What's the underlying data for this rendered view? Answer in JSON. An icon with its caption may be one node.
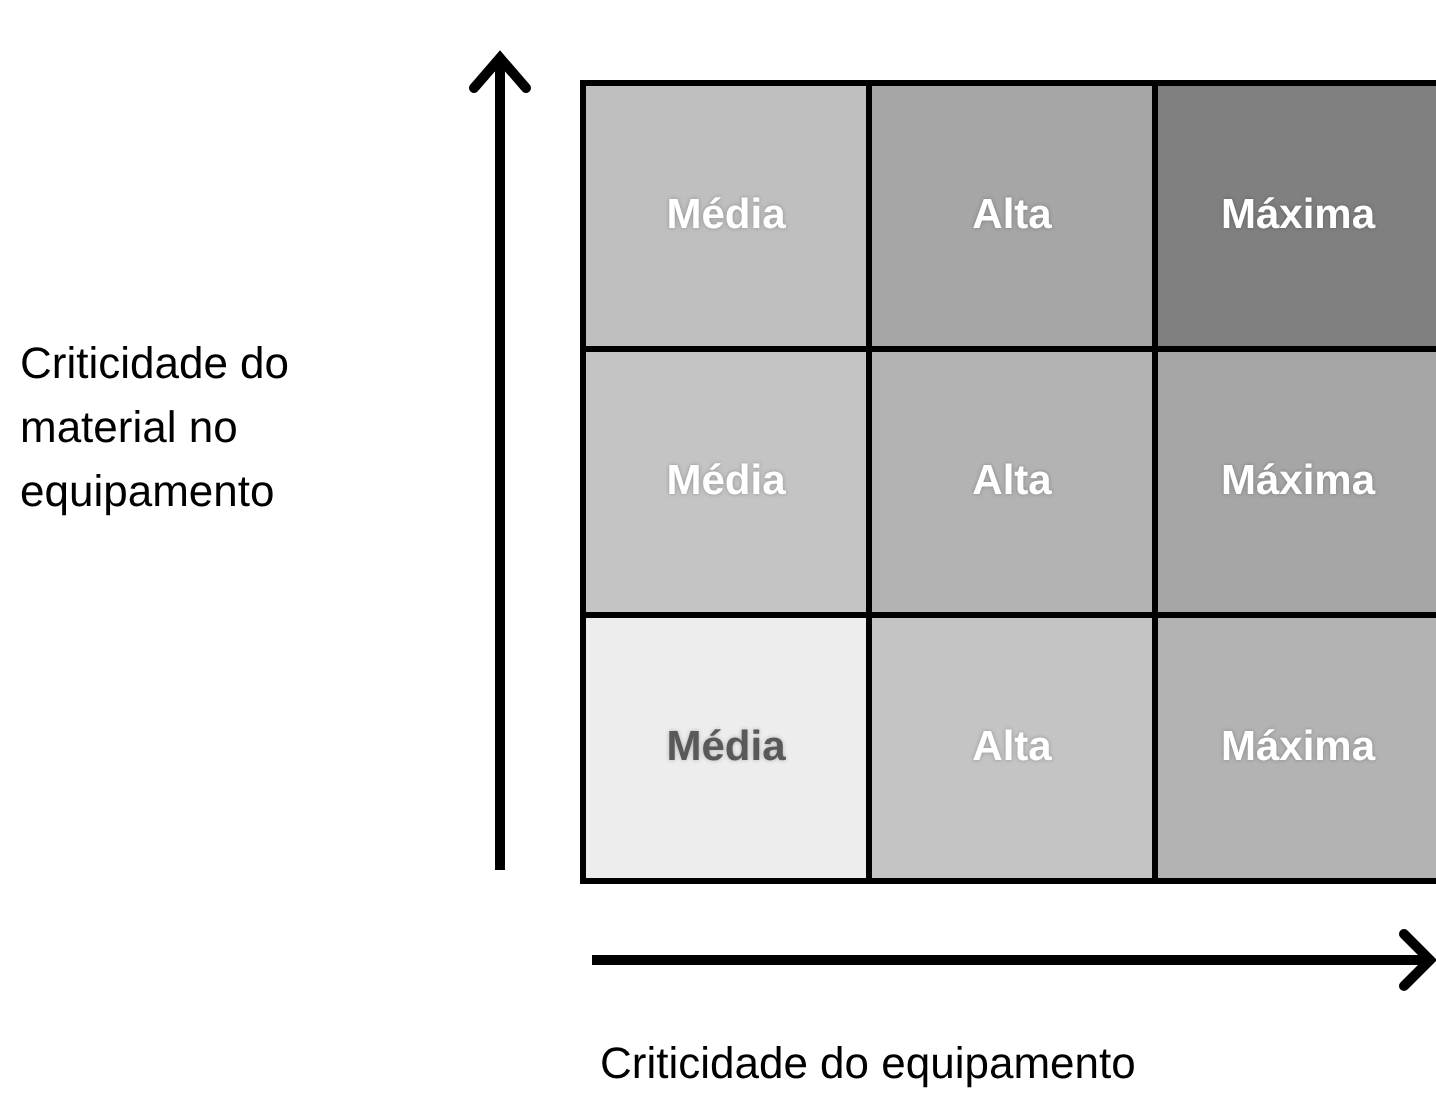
{
  "diagram": {
    "nodes": [
      {
        "text": [
          "Média"
        ]
      },
      {
        "text": [
          "Alta"
        ]
      },
      {
        "text": [
          "Máxima"
        ]
      },
      {
        "text": [
          "Média"
        ]
      },
      {
        "text": [
          "Alta"
        ]
      },
      {
        "text": [
          "Máxima"
        ]
      },
      {
        "text": [
          "Média"
        ]
      },
      {
        "text": [
          "Alta"
        ]
      },
      {
        "text": [
          "Máxima"
        ]
      }
    ],
    "labels": [
      "Criticidade do material no equipamento",
      "Criticidade do equipamento"
    ]
  }
}
